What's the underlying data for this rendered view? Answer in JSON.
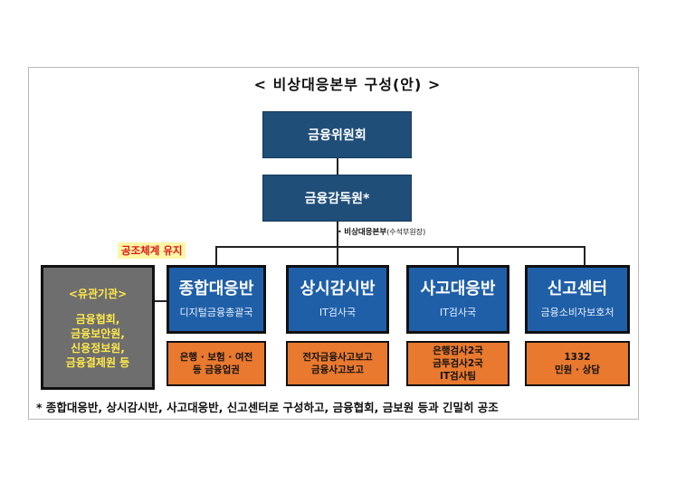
{
  "title": "< 비상대응본부 구성(안) >",
  "top": {
    "fsc": "금융위원회",
    "fss": "금융감독원*"
  },
  "hq": {
    "label": "비상대응본부",
    "note": "(수석부원장)"
  },
  "coop_label": "공조체계 유지",
  "related": {
    "head": "<유관기관>",
    "body": "금융협회,\n금융보안원,\n신용정보원,\n금융결제원 등"
  },
  "units": [
    {
      "name": "종합대응반",
      "sub": "디지털금융총괄국",
      "detail": "은행 · 보험 · 여전\n등 금융업권"
    },
    {
      "name": "상시감시반",
      "sub": "IT검사국",
      "detail": "전자금융사고보고\n금융사고보고"
    },
    {
      "name": "사고대응반",
      "sub": "IT검사국",
      "detail": "은행검사2국\n금투검사2국\nIT검사팀"
    },
    {
      "name": "신고센터",
      "sub": "금융소비자보호처",
      "detail": "1332\n민원 · 상담"
    }
  ],
  "footnote": "* 종합대응반, 상시감시반, 사고대응반, 신고센터로 구성하고, 금융협회, 금보원 등과 긴밀히 공조",
  "colors": {
    "top_box": "#1f4e79",
    "unit_box": "#1f5fa8",
    "detail_box": "#e8792e",
    "related_box": "#6e6e6e",
    "related_text": "#ffe94a",
    "coop_text": "#e01515"
  }
}
